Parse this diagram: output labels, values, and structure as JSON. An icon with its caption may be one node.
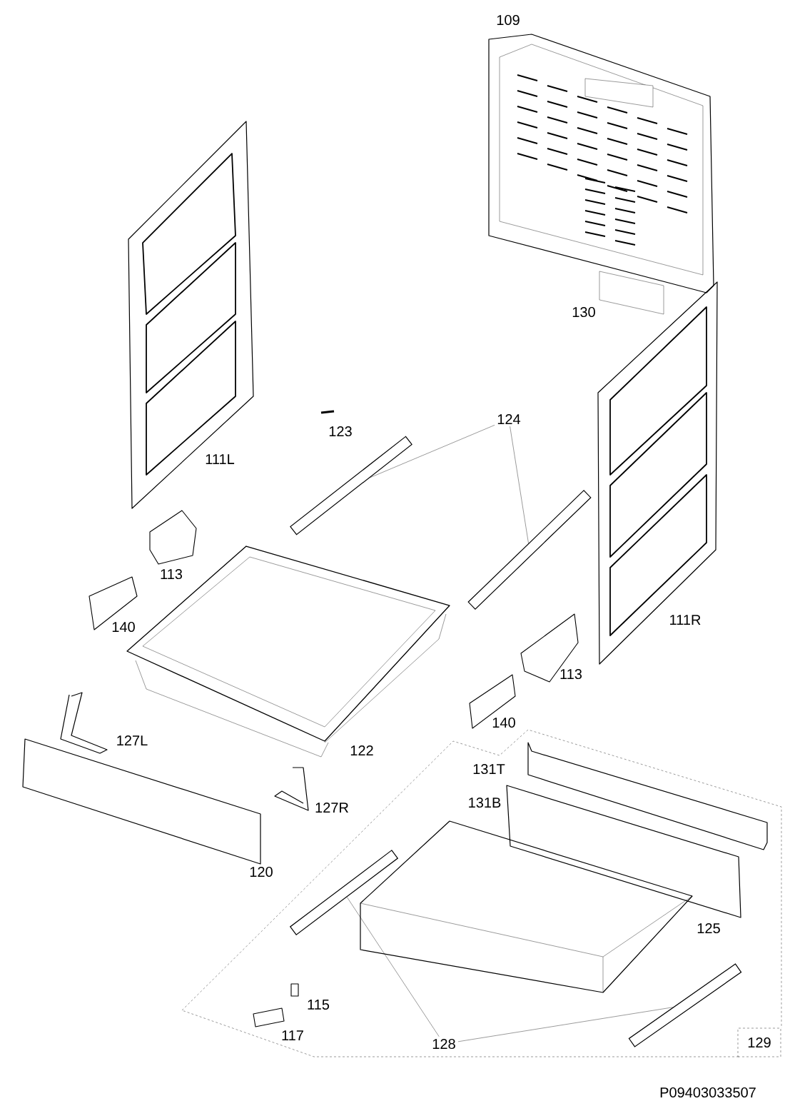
{
  "diagram": {
    "nodes": [
      {
        "text": [
          "124"
        ]
      },
      {
        "text": [],
        "shape": "bar"
      },
      {
        "text": [],
        "shape": "bar"
      },
      {
        "text": [
          "128"
        ]
      },
      {
        "text": [],
        "shape": "bar"
      },
      {
        "text": [],
        "shape": "bar"
      },
      {
        "text": [
          "129"
        ]
      }
    ],
    "edges": [
      {
        "from": 0,
        "to": 1,
        "arrow": "none"
      },
      {
        "from": 0,
        "to": 2,
        "arrow": "none"
      },
      {
        "from": 3,
        "to": 4,
        "arrow": "none"
      },
      {
        "from": 3,
        "to": 5,
        "arrow": "none"
      }
    ],
    "labels": [
      "109",
      "130",
      "123",
      "111L",
      "113",
      "140",
      "111R",
      "113",
      "140",
      "127L",
      "122",
      "131T",
      "127R",
      "131B",
      "120",
      "125",
      "115",
      "117",
      "P09403033507"
    ]
  }
}
